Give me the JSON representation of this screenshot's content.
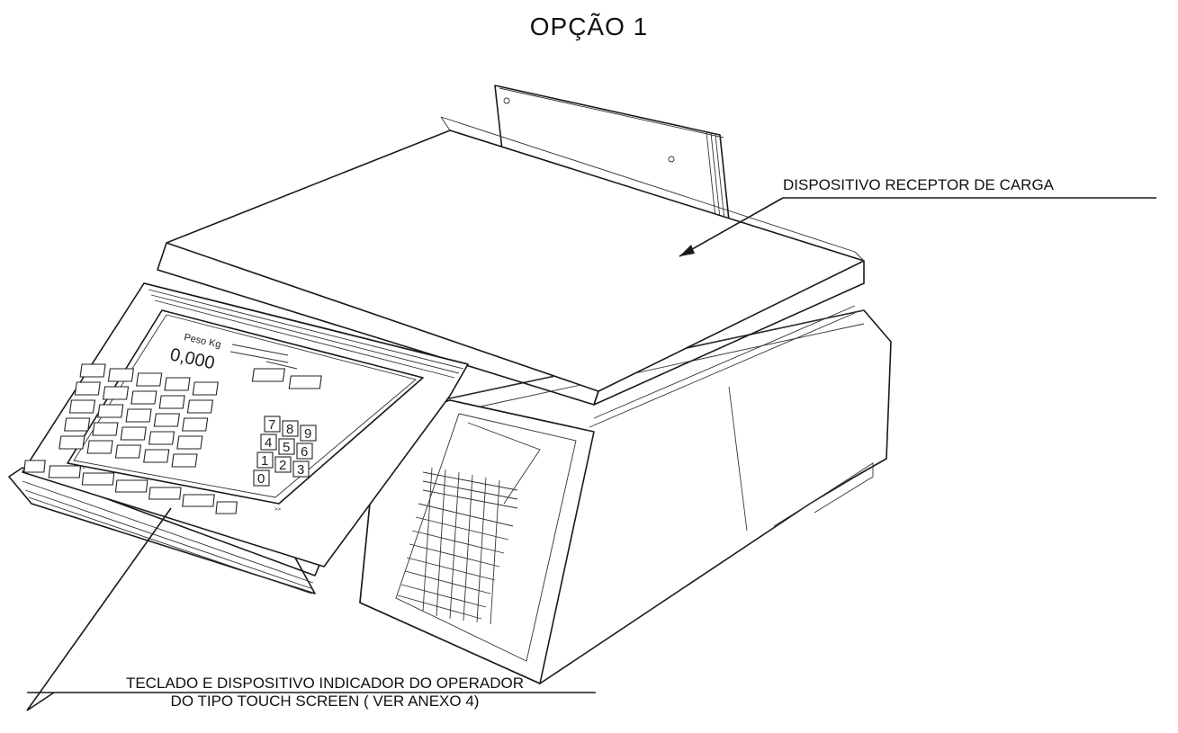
{
  "title": "OPÇÃO 1",
  "callouts": {
    "load_receptor": "DISPOSITIVO RECEPTOR DE CARGA",
    "keyboard_line1": "TECLADO E DISPOSITIVO INDICADOR DO OPERADOR",
    "keyboard_line2": "DO TIPO TOUCH SCREEN ( VER ANEXO 4)"
  },
  "screen": {
    "weight_label": "Peso Kg",
    "weight_value": "0,000",
    "digits": [
      "7",
      "8",
      "9",
      "4",
      "5",
      "6",
      "1",
      "2",
      "3",
      "0"
    ],
    "nav_prev": "<<",
    "nav_next": ">>"
  }
}
